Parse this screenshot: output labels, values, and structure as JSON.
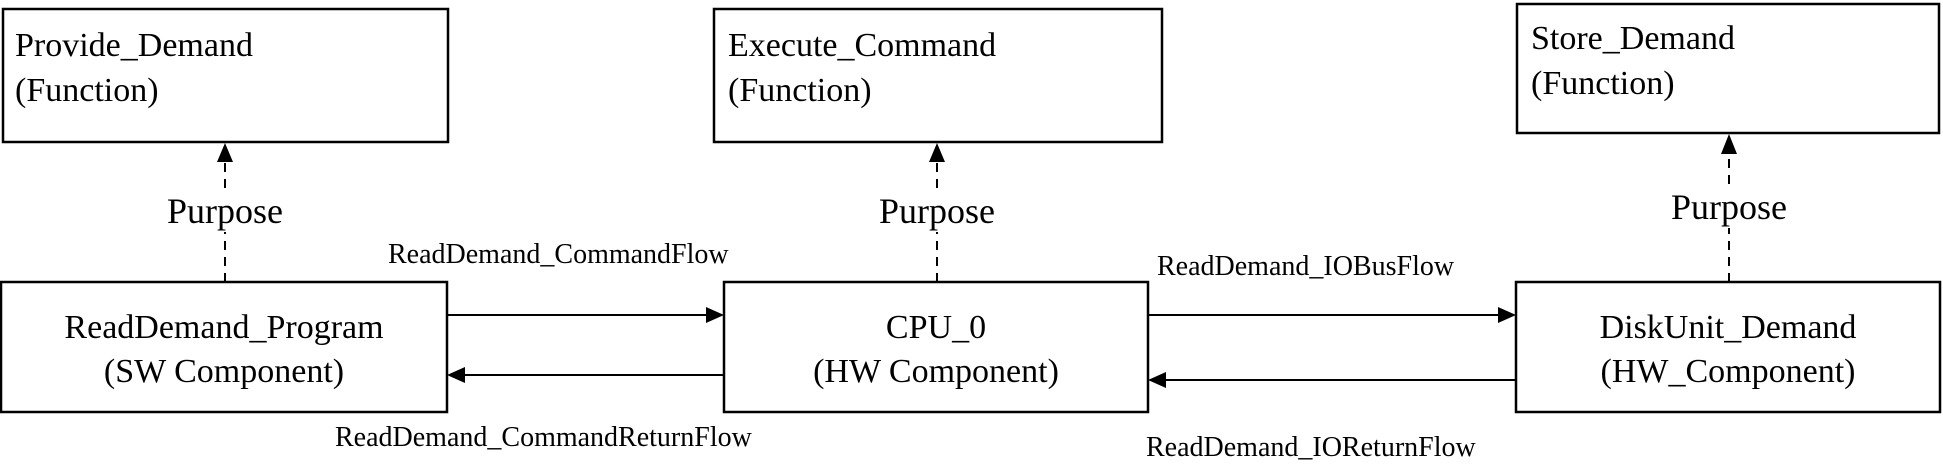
{
  "nodes": {
    "provide_demand": {
      "name": "Provide_Demand",
      "type": "(Function)"
    },
    "execute_command": {
      "name": "Execute_Command",
      "type": "(Function)"
    },
    "store_demand": {
      "name": "Store_Demand",
      "type": "(Function)"
    },
    "readdemand_program": {
      "name": "ReadDemand_Program",
      "type": "(SW Component)"
    },
    "cpu_0": {
      "name": "CPU_0",
      "type": "(HW Component)"
    },
    "diskunit_demand": {
      "name": "DiskUnit_Demand",
      "type": "(HW_Component)"
    }
  },
  "edges": {
    "purpose_1": "Purpose",
    "purpose_2": "Purpose",
    "purpose_3": "Purpose",
    "command_flow": "ReadDemand_CommandFlow",
    "command_return_flow": "ReadDemand_CommandReturnFlow",
    "iobus_flow": "ReadDemand_IOBusFlow",
    "io_return_flow": "ReadDemand_IOReturnFlow"
  }
}
